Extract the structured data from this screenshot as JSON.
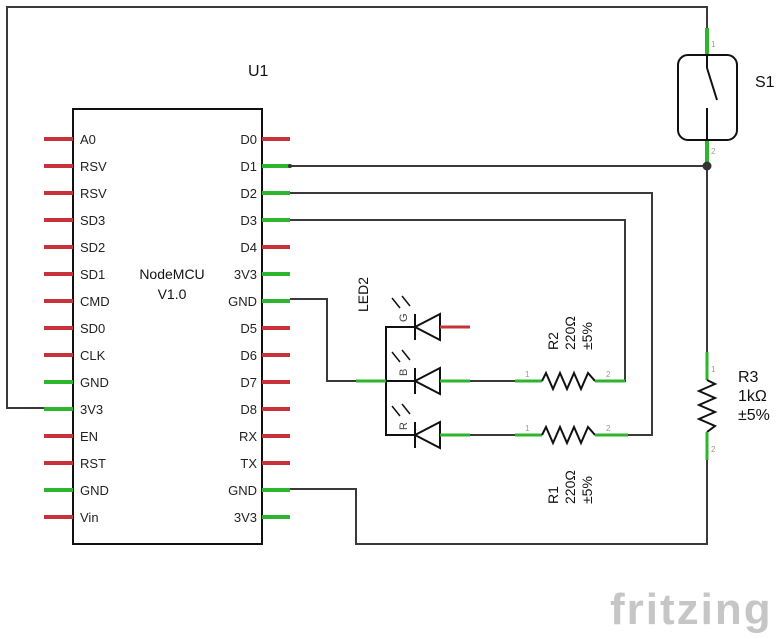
{
  "mcu": {
    "ref": "U1",
    "name_line1": "NodeMCU",
    "name_line2": "V1.0",
    "left_pins": [
      "A0",
      "RSV",
      "RSV",
      "SD3",
      "SD2",
      "SD1",
      "CMD",
      "SD0",
      "CLK",
      "GND",
      "3V3",
      "EN",
      "RST",
      "GND",
      "Vin"
    ],
    "right_pins": [
      "D0",
      "D1",
      "D2",
      "D3",
      "D4",
      "3V3",
      "GND",
      "D5",
      "D6",
      "D7",
      "D8",
      "RX",
      "TX",
      "GND",
      "3V3"
    ],
    "left_connected": [
      false,
      false,
      false,
      false,
      false,
      false,
      false,
      false,
      false,
      true,
      true,
      false,
      false,
      true,
      false
    ],
    "right_connected": [
      false,
      true,
      true,
      true,
      false,
      true,
      true,
      false,
      false,
      false,
      false,
      false,
      false,
      true,
      true
    ]
  },
  "switch": {
    "ref": "S1",
    "pin1": "1",
    "pin2": "2"
  },
  "led": {
    "ref": "LED2",
    "channels": [
      "G",
      "B",
      "R"
    ]
  },
  "r2": {
    "ref": "R2",
    "value": "220Ω",
    "tolerance": "±5%",
    "pin1": "1",
    "pin2": "2"
  },
  "r1": {
    "ref": "R1",
    "value": "220Ω",
    "tolerance": "±5%",
    "pin1": "1",
    "pin2": "2"
  },
  "r3": {
    "ref": "R3",
    "value": "1kΩ",
    "tolerance": "±5%",
    "pin1": "1",
    "pin2": "2"
  },
  "brand": {
    "text": "fritzing"
  },
  "colors": {
    "pin_unconnected": "#c8323a",
    "pin_connected": "#2db52d",
    "wire": "#3a3a3a",
    "brand": "#c6c6c6"
  }
}
